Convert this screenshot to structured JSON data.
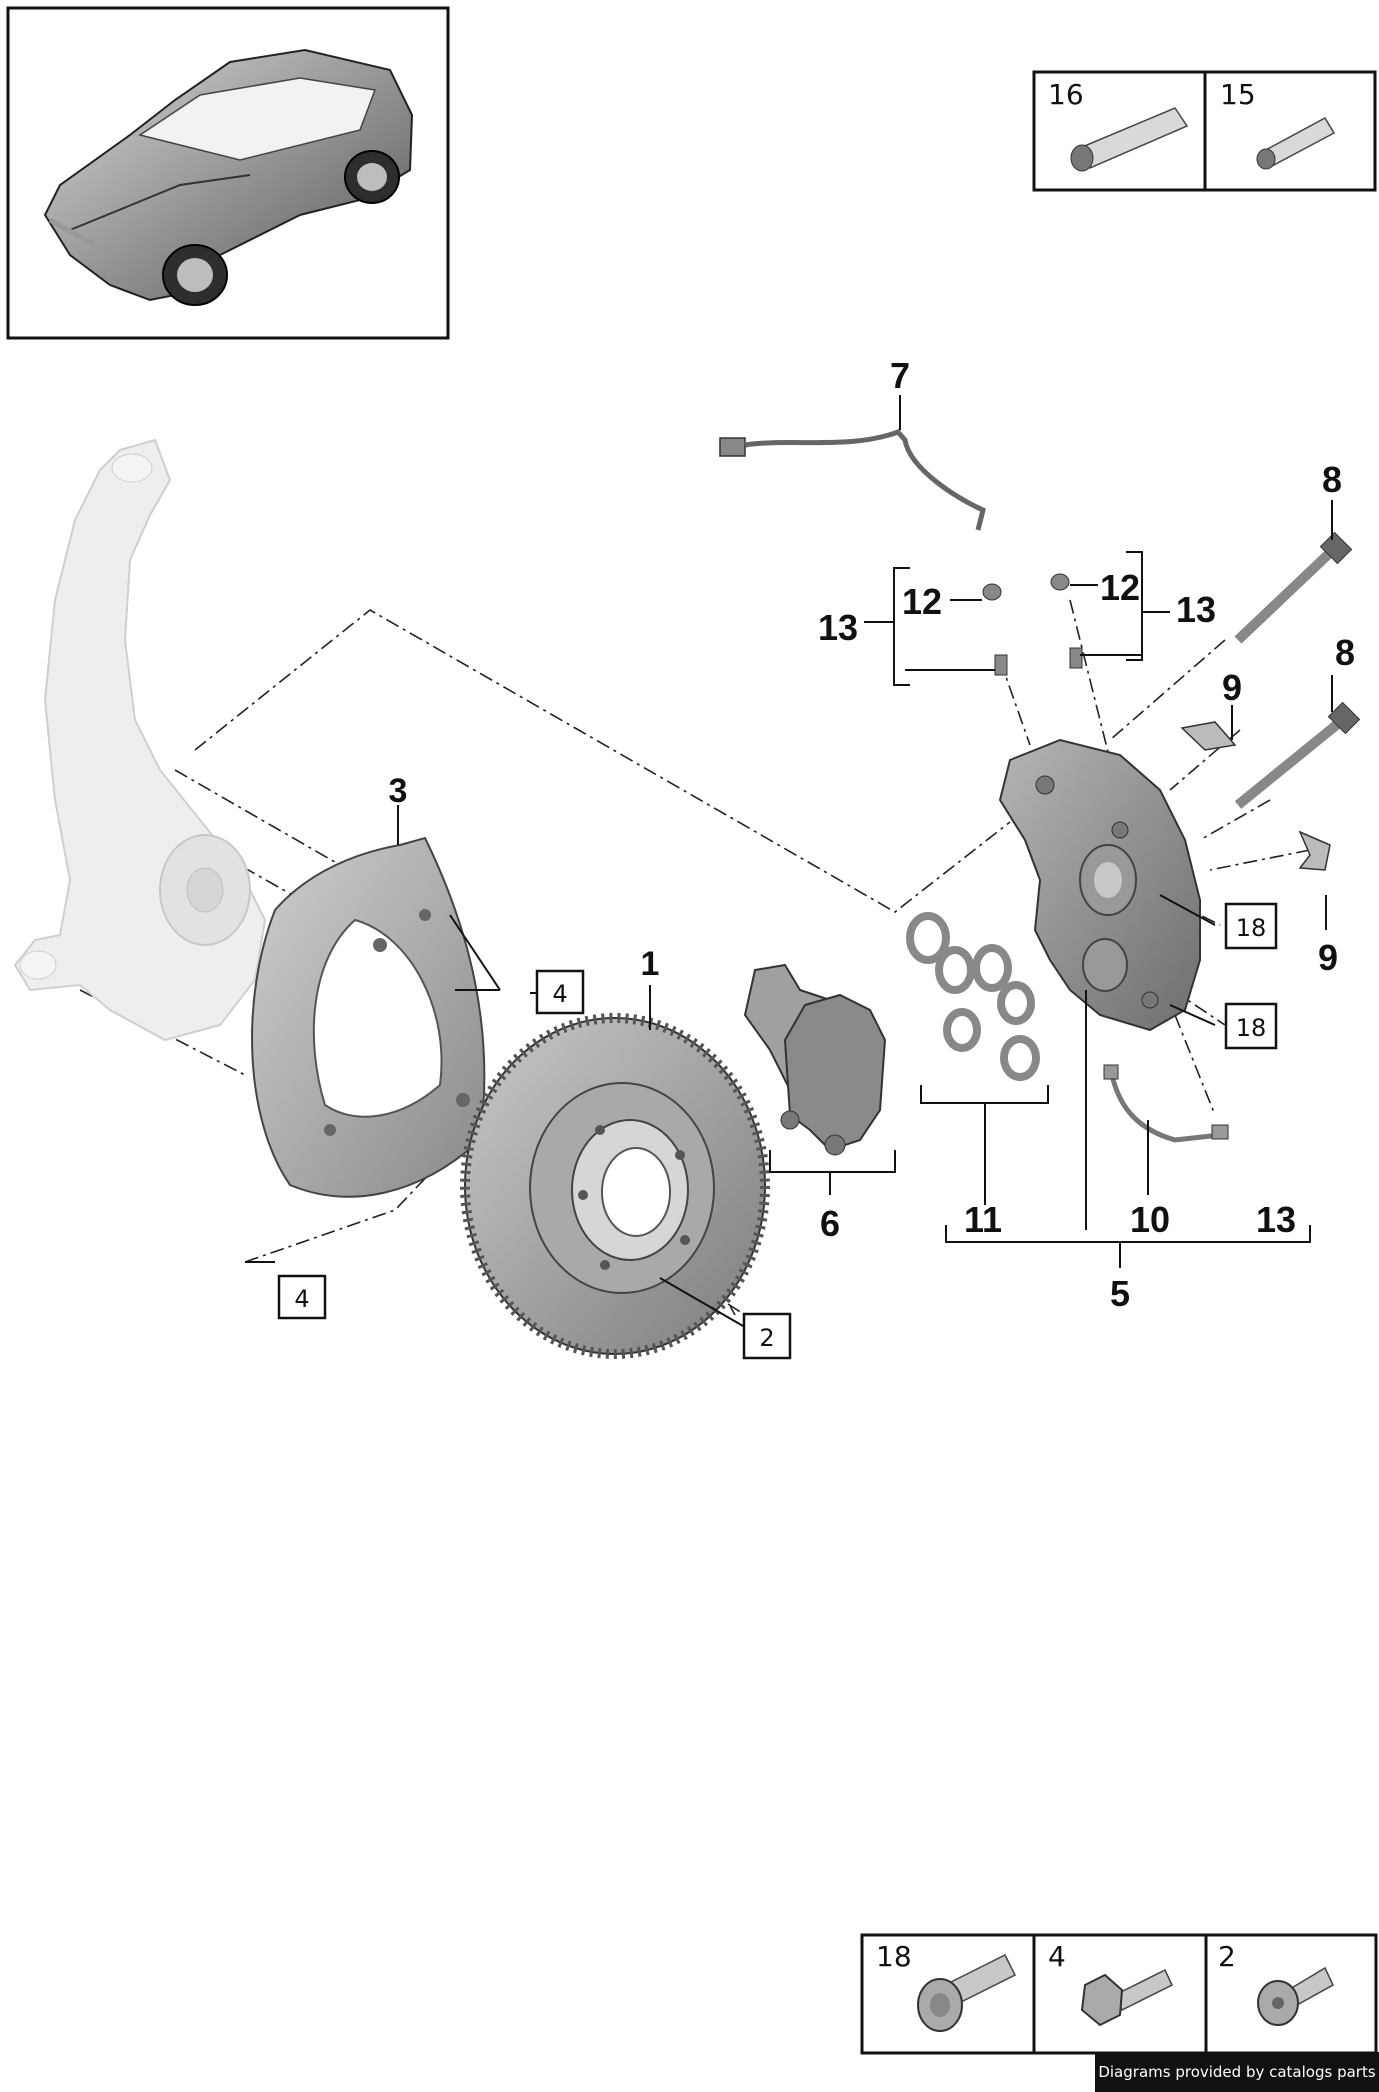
{
  "callouts": {
    "c1": "1",
    "c3": "3",
    "c5": "5",
    "c6": "6",
    "c7": "7",
    "c8a": "8",
    "c8b": "8",
    "c9a": "9",
    "c9b": "9",
    "c10": "10",
    "c11": "11",
    "c12a": "12",
    "c12b": "12",
    "c13a": "13",
    "c13b": "13",
    "c13c": "13"
  },
  "boxed_callouts": {
    "b4a": "4",
    "b4b": "4",
    "b2": "2",
    "b18a": "18",
    "b18b": "18"
  },
  "thumbnails_top": [
    {
      "number": "16",
      "icon": "grease-tube-icon"
    },
    {
      "number": "15",
      "icon": "grease-tube-icon"
    }
  ],
  "thumbnails_bottom": [
    {
      "number": "18",
      "icon": "splined-bolt-icon"
    },
    {
      "number": "4",
      "icon": "hex-bolt-icon"
    },
    {
      "number": "2",
      "icon": "torx-screw-icon"
    }
  ],
  "credit": "Diagrams provided by catalogs parts",
  "colors": {
    "line": "#111111",
    "part_dark": "#8f8f8f",
    "part_mid": "#b8b8b8",
    "part_light": "#dcdcdc",
    "ghost": "#e4e4e4"
  }
}
